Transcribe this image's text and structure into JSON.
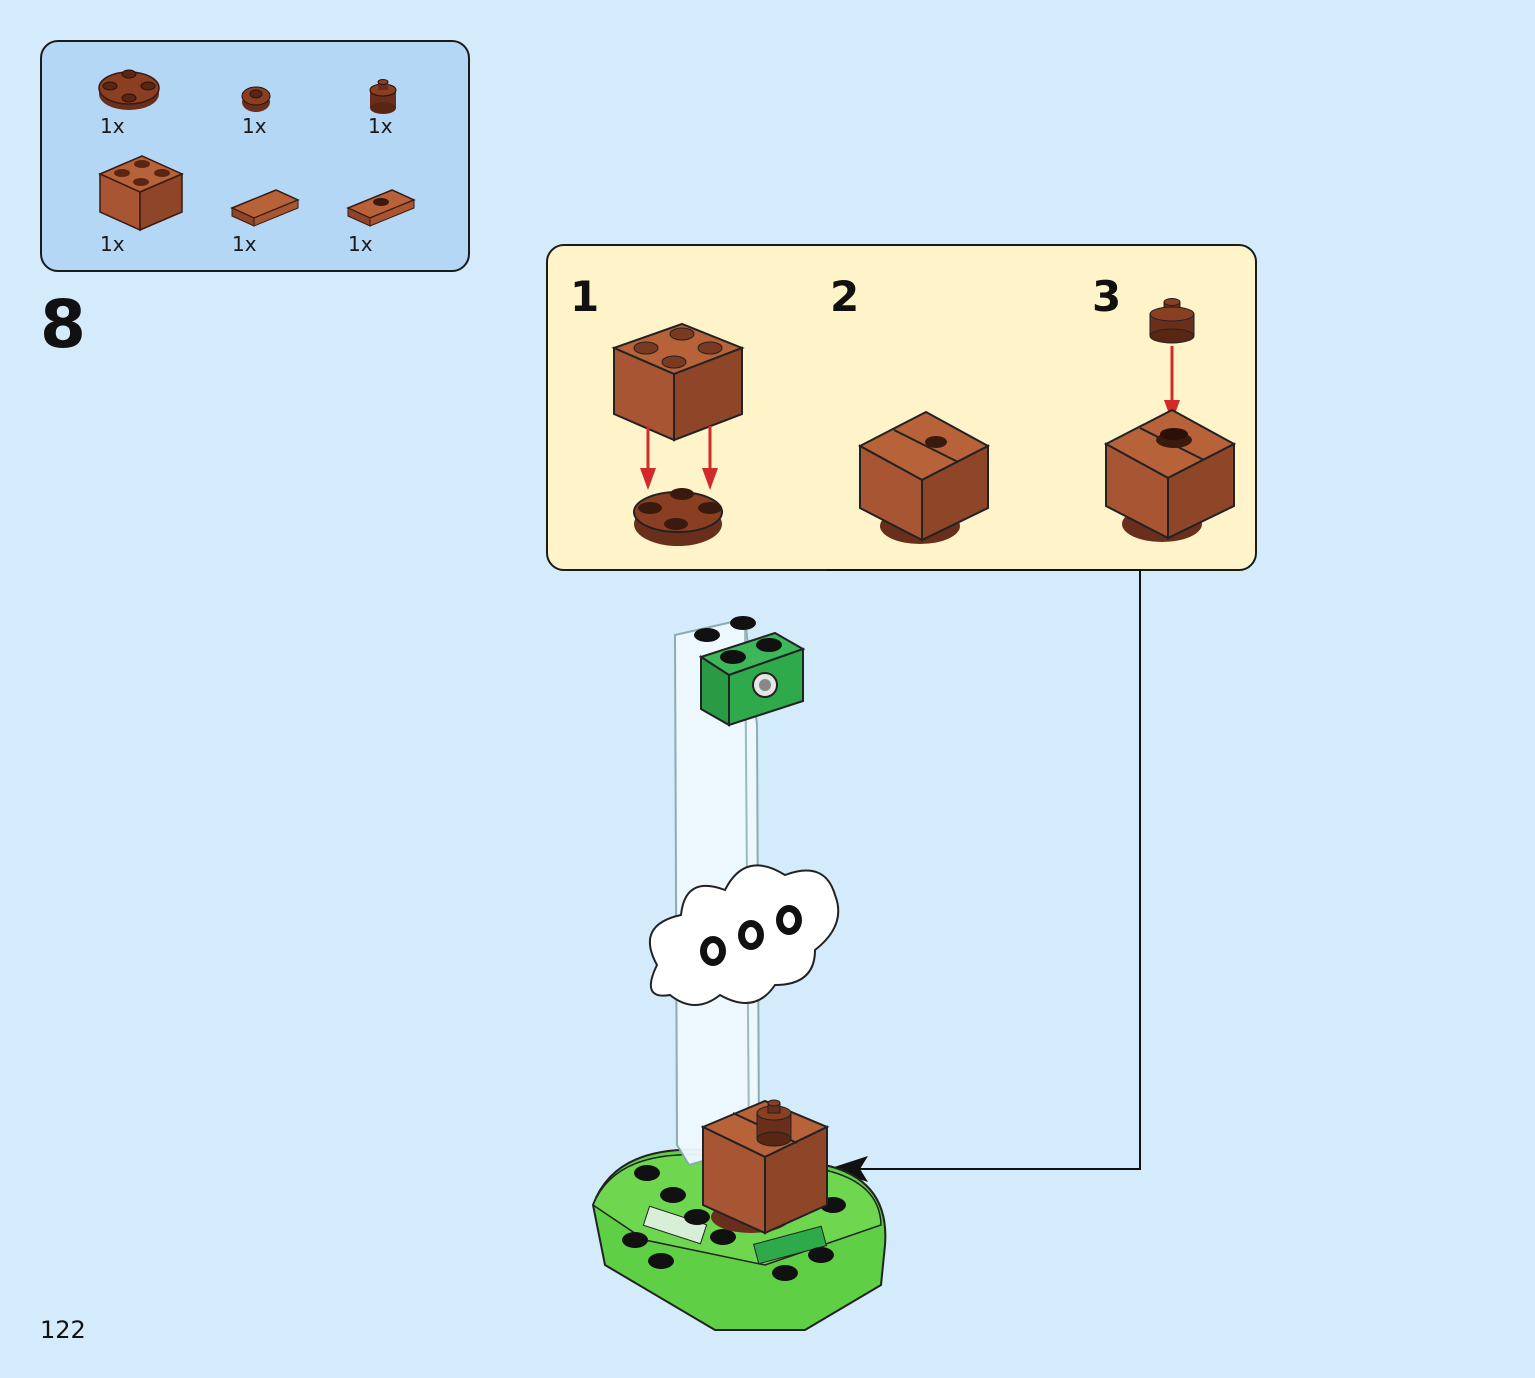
{
  "page": {
    "number": "122"
  },
  "step": {
    "number": "8"
  },
  "parts_list": {
    "items": [
      {
        "name": "brown-round-plate-4x4",
        "qty": "1x"
      },
      {
        "name": "brown-round-plate-1x1",
        "qty": "1x"
      },
      {
        "name": "brown-round-brick-1x1",
        "qty": "1x"
      },
      {
        "name": "brown-brick-2x2",
        "qty": "1x"
      },
      {
        "name": "brown-tile-1x2",
        "qty": "1x"
      },
      {
        "name": "brown-jumper-plate-1x2",
        "qty": "1x"
      }
    ]
  },
  "sub_steps": [
    {
      "number": "1"
    },
    {
      "number": "2"
    },
    {
      "number": "3"
    }
  ],
  "colors": {
    "background": "#d3ebfb",
    "parts_box": "#b3d7f5",
    "substep_box": "#fff3c9",
    "brick_brown": "#a75533",
    "dark_brown": "#6a2f1c",
    "green": "#2eaa4a",
    "light_green": "#6fd64f",
    "arrow_red": "#d12a2a"
  }
}
